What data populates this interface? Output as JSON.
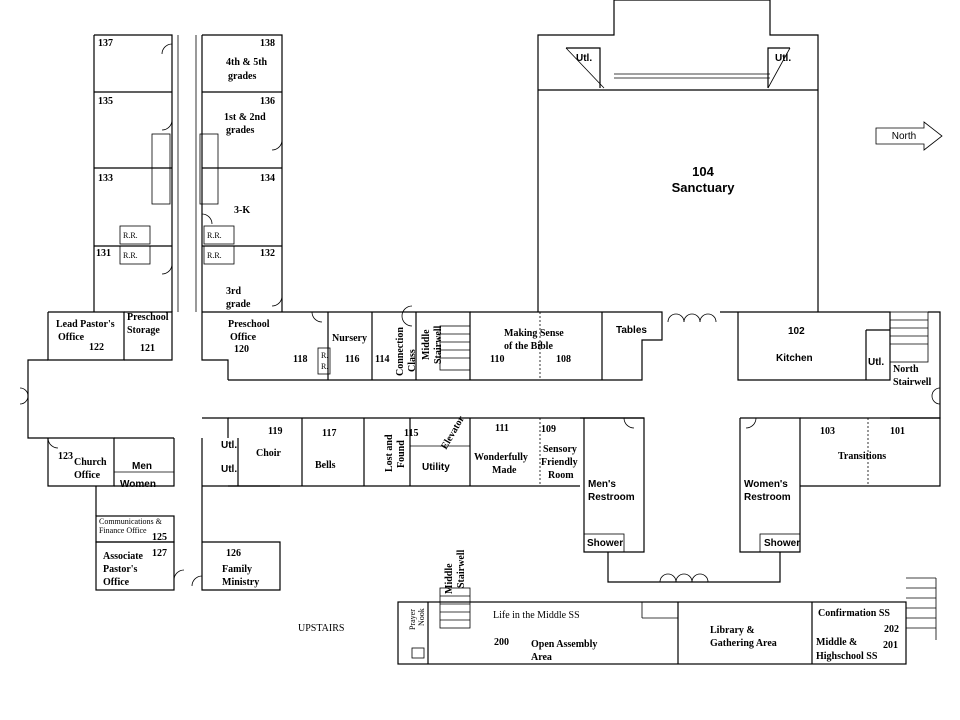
{
  "north": "North",
  "upstairs": "UPSTAIRS",
  "rooms": {
    "r137": {
      "num": "137"
    },
    "r138": {
      "num": "138",
      "line1": "4th & 5th",
      "line2": "grades"
    },
    "r135": {
      "num": "135"
    },
    "r136": {
      "num": "136",
      "line1": "1st & 2nd",
      "line2": "grades"
    },
    "r133": {
      "num": "133"
    },
    "r134": {
      "num": "134",
      "label": "3-K"
    },
    "r131": {
      "num": "131"
    },
    "r132": {
      "num": "132",
      "line1": "3rd",
      "line2": "grade"
    },
    "rr": {
      "label": "R.R."
    },
    "r122": {
      "num": "122",
      "line1": "Lead Pastor's",
      "line2": "Office"
    },
    "r121": {
      "num": "121",
      "line1": "Preschool",
      "line2": "Storage"
    },
    "r120": {
      "num": "120",
      "line1": "Preschool",
      "line2": "Office"
    },
    "r118": {
      "num": "118"
    },
    "r116": {
      "num": "116",
      "label": "Nursery"
    },
    "rr116": {
      "line1": "R.",
      "line2": "R."
    },
    "r114": {
      "num": "114",
      "line1": "Connection",
      "line2": "Class"
    },
    "middle_stair_upper": {
      "line1": "Middle",
      "line2": "Stairwell"
    },
    "r110": {
      "num": "110"
    },
    "r108": {
      "num": "108",
      "line1": "Making Sense",
      "line2": "of the Bible"
    },
    "tables": {
      "label": "Tables"
    },
    "r104": {
      "num": "104",
      "label": "Sanctuary"
    },
    "utl_left": {
      "label": "Utl."
    },
    "utl_right": {
      "label": "Utl."
    },
    "r102": {
      "num": "102",
      "label": "Kitchen"
    },
    "utl_kitchen": {
      "label": "Utl."
    },
    "north_stair": {
      "line1": "North",
      "line2": "Stairwell"
    },
    "r123": {
      "num": "123",
      "line1": "Church",
      "line2": "Office"
    },
    "men": {
      "label": "Men"
    },
    "women": {
      "label": "Women"
    },
    "r125": {
      "num": "125",
      "line1": "Communications &",
      "line2": "Finance Office"
    },
    "r127": {
      "num": "127",
      "line1": "Associate",
      "line2": "Pastor's",
      "line3": "Office"
    },
    "utl_a": {
      "label": "Utl."
    },
    "utl_b": {
      "label": "Utl."
    },
    "r119": {
      "num": "119",
      "label": "Choir"
    },
    "r117": {
      "num": "117",
      "label": "Bells"
    },
    "r115": {
      "num": "115",
      "line1": "Lost and",
      "line2": "Found"
    },
    "elevator": {
      "label": "Elevator"
    },
    "utility": {
      "label": "Utility"
    },
    "r111": {
      "num": "111",
      "line1": "Wonderfully",
      "line2": "Made"
    },
    "r109": {
      "num": "109",
      "line1": "Sensory",
      "line2": "Friendly",
      "line3": "Room"
    },
    "mens_restroom": {
      "line1": "Men's",
      "line2": "Restroom"
    },
    "womens_restroom": {
      "line1": "Women's",
      "line2": "Restroom"
    },
    "shower": {
      "label": "Shower"
    },
    "r103": {
      "num": "103"
    },
    "r101": {
      "num": "101",
      "label": "Transitions"
    },
    "r126": {
      "num": "126",
      "line1": "Family",
      "line2": "Ministry"
    },
    "middle_stair_lower": {
      "line1": "Middle",
      "line2": "Stairwell"
    },
    "prayer_nook": {
      "line1": "Prayer",
      "line2": "Nook"
    },
    "r200": {
      "num": "200",
      "title": "Life in the Middle SS",
      "line1": "Open Assembly",
      "line2": "Area"
    },
    "library": {
      "line1": "Library &",
      "line2": "Gathering Area"
    },
    "r202": {
      "num": "202",
      "label": "Confirmation SS"
    },
    "r201": {
      "num": "201",
      "line1": "Middle &",
      "line2": "Highschool SS"
    }
  }
}
